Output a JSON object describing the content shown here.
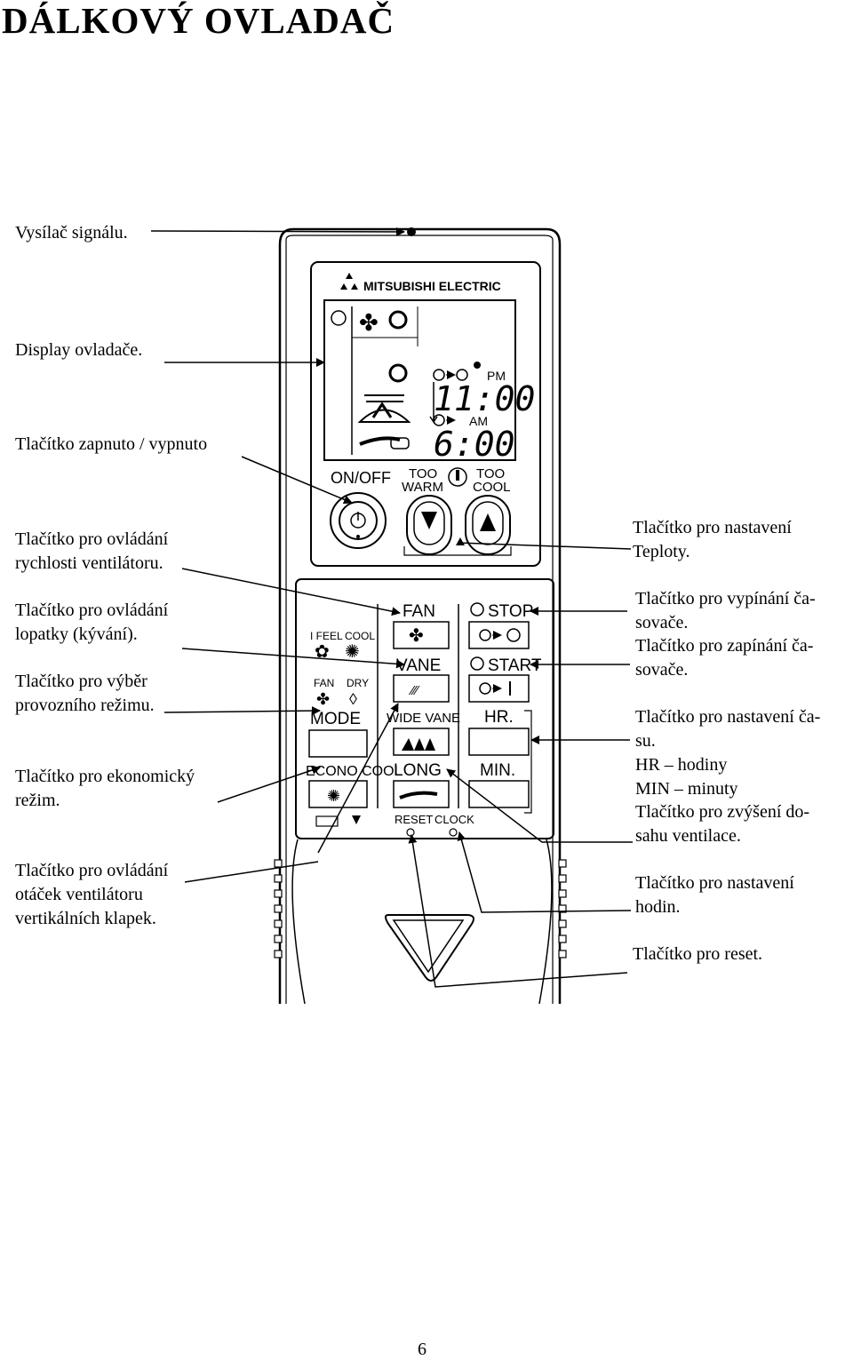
{
  "title": "DÁLKOVÝ OVLADAČ",
  "left_labels": [
    [
      "Vysílač signálu."
    ],
    [
      "Display ovladače."
    ],
    [
      "Tlačítko zapnuto / vypnuto"
    ],
    [
      "Tlačítko pro ovládání",
      "rychlosti ventilátoru."
    ],
    [
      "Tlačítko pro ovládání",
      "lopatky  (kývání)."
    ],
    [
      "Tlačítko pro výběr",
      "provozního režimu."
    ],
    [
      "Tlačítko pro ekonomický",
      "režim."
    ],
    [
      "Tlačítko pro ovládání",
      "otáček ventilátoru",
      "vertikálních klapek."
    ]
  ],
  "right_labels": [
    [
      "Tlačítko pro nastavení",
      "Teploty."
    ],
    [
      "Tlačítko pro vypínání ča-",
      "sovače."
    ],
    [
      "Tlačítko pro zapínání ča-",
      "sovače."
    ],
    [
      "Tlačítko pro nastavení ča-",
      "su.",
      "HR – hodiny",
      "MIN – minuty"
    ],
    [
      "Tlačítko pro zvýšení do-",
      "sahu ventilace."
    ],
    [
      "Tlačítko pro nastavení",
      "hodin."
    ],
    [
      "Tlačítko pro reset."
    ]
  ],
  "remote": {
    "brand": "MITSUBISHI ELECTRIC",
    "pm": "PM",
    "am": "AM",
    "time_pm": "11:00",
    "time_am": "6:00",
    "on_off": "ON/OFF",
    "too_warm": [
      "TOO",
      "WARM"
    ],
    "too_cool": [
      "TOO",
      "COOL"
    ],
    "i_feel": "I FEEL",
    "cool": "COOL",
    "fan_dry": [
      "FAN",
      "DRY"
    ],
    "mode": "MODE",
    "econo_cool": "ECONO COOL",
    "fan": "FAN",
    "vane": "VANE",
    "wide_vane": "WIDE VANE",
    "long": "LONG",
    "stop": "STOP",
    "start": "START",
    "hr": "HR.",
    "min": "MIN.",
    "reset": "RESET",
    "clock": "CLOCK"
  },
  "page_number": "6"
}
